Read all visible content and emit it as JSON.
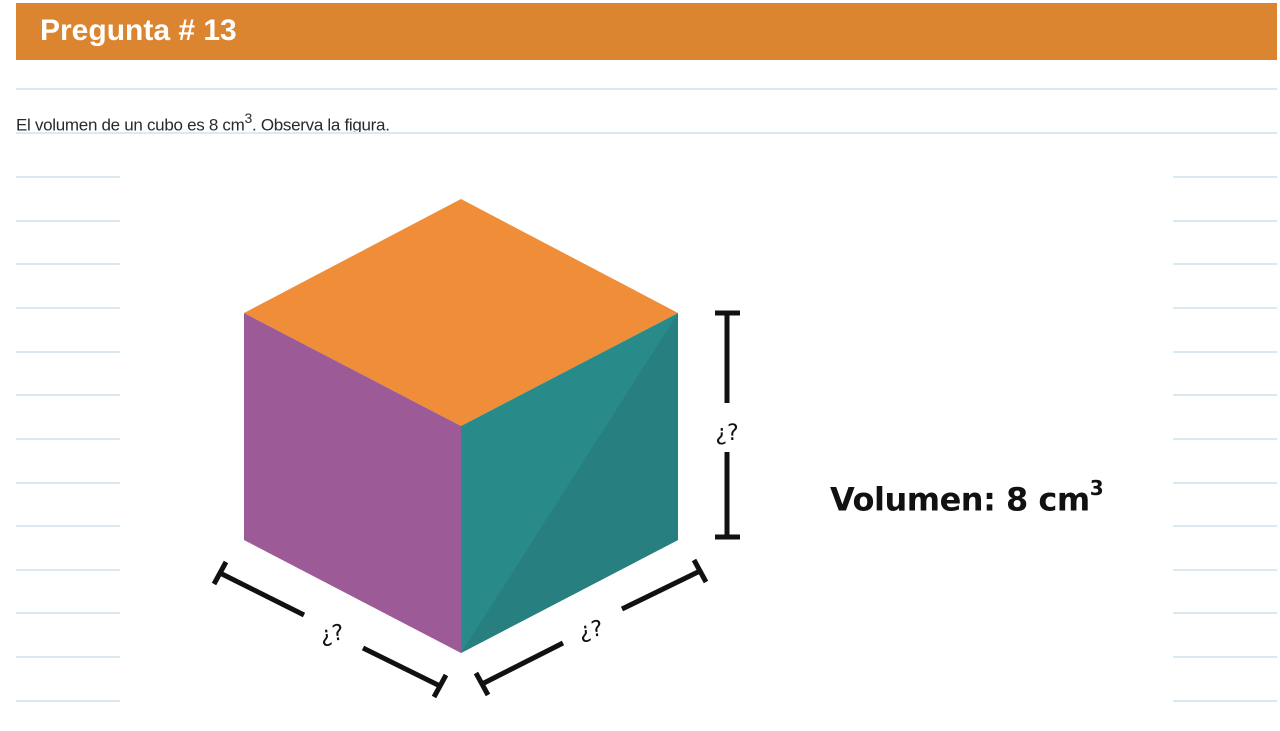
{
  "header": {
    "title": "Pregunta # 13",
    "background_color": "#dc8530"
  },
  "question": {
    "text_before": "El volumen de un cubo es 8 cm",
    "superscript": "3",
    "text_after": ". Observa la figura."
  },
  "figure": {
    "cube": {
      "top_face_color": "#f08d38",
      "left_face_color": "#9c5a96",
      "right_face_color": "#288b8a",
      "right_face_shade_color": "#287f80"
    },
    "dimensions": {
      "height_label": "¿?",
      "left_depth_label": "¿?",
      "right_width_label": "¿?"
    },
    "volume": {
      "label": "Volumen: 8 cm",
      "superscript": "3"
    }
  },
  "ruled_lines": {
    "color": "#dbe9f3",
    "rows_y": [
      176,
      220,
      263,
      307,
      351,
      394,
      438,
      482,
      525,
      569,
      612,
      656,
      700
    ]
  }
}
